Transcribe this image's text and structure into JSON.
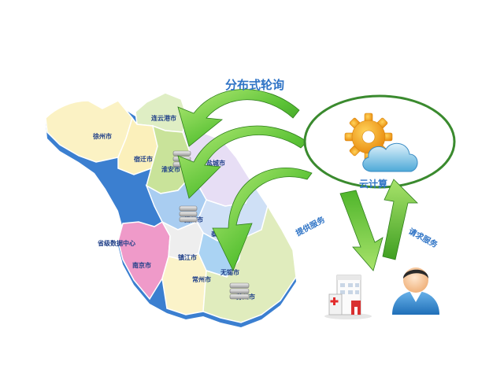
{
  "labels": {
    "polling": "分布式轮询",
    "cloud": "云计算",
    "provide": "提供服务",
    "request": "请求服务"
  },
  "cities": [
    "徐州市",
    "连云港市",
    "宿迁市",
    "淮安市",
    "盐城市",
    "扬州市",
    "泰州市",
    "省级数据中心",
    "南京市",
    "镇江市",
    "常州市",
    "无锡市",
    "苏州市"
  ],
  "icons": [
    "gear-icon",
    "cloud-icon",
    "server-icon",
    "hospital-icon",
    "user-icon"
  ],
  "colors": {
    "arrow_green": "#4caf2a",
    "ellipse_border": "#3a8a2e",
    "label_blue": "#2f74c6",
    "gear_orange": "#f3a31c"
  }
}
